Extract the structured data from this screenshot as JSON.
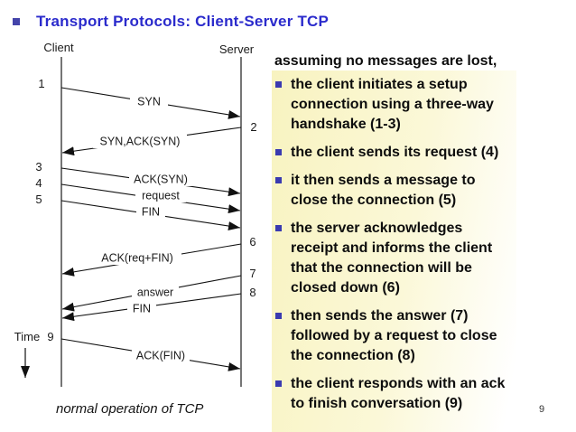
{
  "slide": {
    "title": "Transport Protocols: Client-Server TCP",
    "page_number": "9"
  },
  "diagram": {
    "client_label": "Client",
    "server_label": "Server",
    "time_label": "Time",
    "caption": "normal operation of TCP",
    "messages": [
      {
        "num": "1",
        "label": "SYN",
        "direction": "client-to-server"
      },
      {
        "num": "2",
        "label": "SYN,ACK(SYN)",
        "direction": "server-to-client"
      },
      {
        "num": "3",
        "label": "ACK(SYN)",
        "direction": "client-to-server"
      },
      {
        "num": "4",
        "label": "request",
        "direction": "client-to-server"
      },
      {
        "num": "5",
        "label": "FIN",
        "direction": "client-to-server"
      },
      {
        "num": "6",
        "label": "ACK(req+FIN)",
        "direction": "server-to-client"
      },
      {
        "num": "7",
        "label": "answer",
        "direction": "server-to-client"
      },
      {
        "num": "8",
        "label": "FIN",
        "direction": "server-to-client"
      },
      {
        "num": "9",
        "label": "ACK(FIN)",
        "direction": "client-to-server"
      }
    ]
  },
  "notes": {
    "heading": "assuming no messages are lost,",
    "bullets": [
      "the client initiates a setup\nconnection using a three-way\nhandshake (1-3)",
      "the client sends its request (4)",
      "it then sends a message to\nclose the connection (5)",
      "the server acknowledges\nreceipt and informs the client\nthat the connection will be\nclosed down (6)",
      "then sends the answer (7)\nfollowed by a request to close\nthe connection (8)",
      "the client responds with an ack\nto finish conversation (9)"
    ]
  },
  "colors": {
    "title_blue": "#2b2bcc",
    "bullet_indigo": "#3a3ab0",
    "panel_yellow": "#f8f3c0"
  }
}
